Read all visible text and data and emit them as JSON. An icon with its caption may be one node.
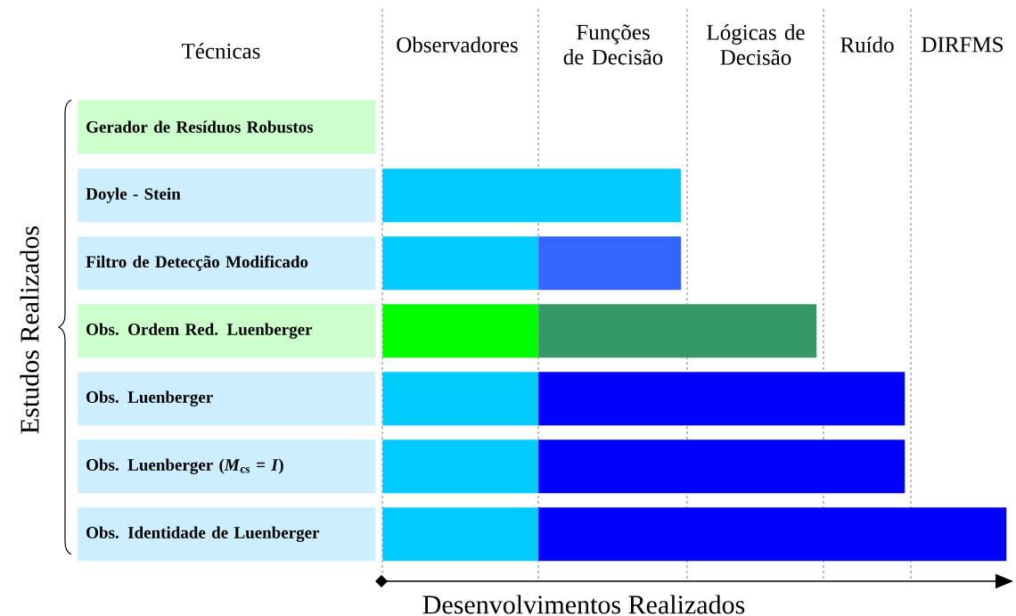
{
  "diagram": {
    "nodes": [
      {
        "text": [
          "Gerador de Resíduos Robustos"
        ]
      },
      {
        "text": [
          "Doyle - Stein"
        ]
      },
      {
        "text": [],
        "shape": "bar"
      },
      {
        "text": [
          "Filtro de Detecção Modificado"
        ]
      },
      {
        "text": [],
        "shape": "bar"
      },
      {
        "text": [],
        "shape": "bar"
      },
      {
        "text": [
          "Obs. Ordem Red. Luenberger"
        ]
      },
      {
        "text": [],
        "shape": "bar"
      },
      {
        "text": [],
        "shape": "bar"
      },
      {
        "text": [
          "Obs. Luenberger"
        ]
      },
      {
        "text": [],
        "shape": "bar"
      },
      {
        "text": [],
        "shape": "bar"
      },
      {
        "text": [
          "Obs. Luenberger (*M*$_{cs}$ = *I*)"
        ]
      },
      {
        "text": [],
        "shape": "bar"
      },
      {
        "text": [],
        "shape": "bar"
      },
      {
        "text": [
          "Obs. Identidade de Luenberger"
        ]
      },
      {
        "text": [],
        "shape": "bar"
      },
      {
        "text": [],
        "shape": "bar"
      }
    ],
    "labels": [
      "Técnicas",
      "Observadores",
      "Funções de Decisão",
      "Lógicas de Decisão",
      "Ruído",
      "DIRFMS",
      "Estudos Realizados",
      "Desenvolvimentos Realizados"
    ]
  }
}
